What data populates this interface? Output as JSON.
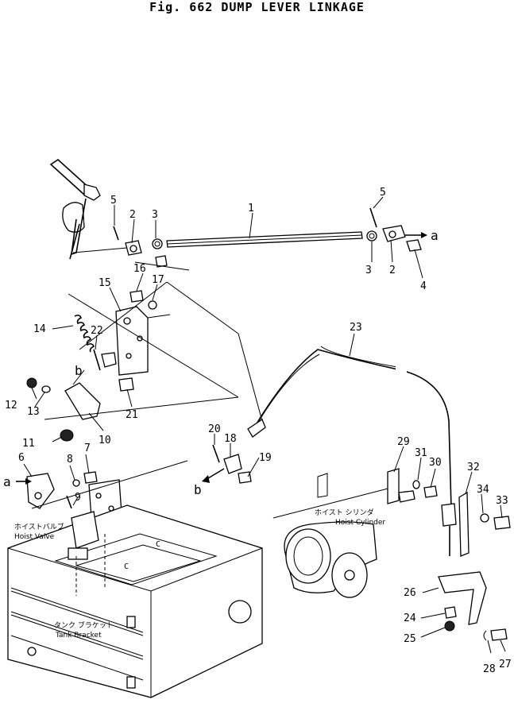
{
  "figure": {
    "title": "Fig. 662   DUMP LEVER LINKAGE"
  },
  "callouts": [
    {
      "id": "c1",
      "text": "1"
    },
    {
      "id": "c2a",
      "text": "2"
    },
    {
      "id": "c2b",
      "text": "2"
    },
    {
      "id": "c3a",
      "text": "3"
    },
    {
      "id": "c3b",
      "text": "3"
    },
    {
      "id": "c4",
      "text": "4"
    },
    {
      "id": "c5a",
      "text": "5"
    },
    {
      "id": "c5b",
      "text": "5"
    },
    {
      "id": "c6",
      "text": "6"
    },
    {
      "id": "c7",
      "text": "7"
    },
    {
      "id": "c8",
      "text": "8"
    },
    {
      "id": "c9",
      "text": "9"
    },
    {
      "id": "c10",
      "text": "10"
    },
    {
      "id": "c11",
      "text": "11"
    },
    {
      "id": "c12",
      "text": "12"
    },
    {
      "id": "c13",
      "text": "13"
    },
    {
      "id": "c14",
      "text": "14"
    },
    {
      "id": "c15",
      "text": "15"
    },
    {
      "id": "c16",
      "text": "16"
    },
    {
      "id": "c17",
      "text": "17"
    },
    {
      "id": "c18",
      "text": "18"
    },
    {
      "id": "c19",
      "text": "19"
    },
    {
      "id": "c20",
      "text": "20"
    },
    {
      "id": "c21",
      "text": "21"
    },
    {
      "id": "c22",
      "text": "22"
    },
    {
      "id": "c23",
      "text": "23"
    },
    {
      "id": "c24",
      "text": "24"
    },
    {
      "id": "c25",
      "text": "25"
    },
    {
      "id": "c26",
      "text": "26"
    },
    {
      "id": "c27",
      "text": "27"
    },
    {
      "id": "c28",
      "text": "28"
    },
    {
      "id": "c29",
      "text": "29"
    },
    {
      "id": "c30",
      "text": "30"
    },
    {
      "id": "c31",
      "text": "31"
    },
    {
      "id": "c32",
      "text": "32"
    },
    {
      "id": "c33",
      "text": "33"
    },
    {
      "id": "c34",
      "text": "34"
    }
  ],
  "refs": {
    "a_top": "a",
    "a_left": "a",
    "b_upper": "b",
    "b_lower": "b"
  },
  "labels": {
    "hoist_valve_jp": "ホイストバルブ",
    "hoist_valve_en": "Hoist Valve",
    "hoist_cylinder_jp": "ホイスト シリンダ",
    "hoist_cylinder_en": "Hoist Cylinder",
    "tank_bracket_jp": "タンク ブラケット",
    "tank_bracket_en": "Tank Bracket",
    "plate_c1": "C",
    "plate_c2": "C"
  }
}
